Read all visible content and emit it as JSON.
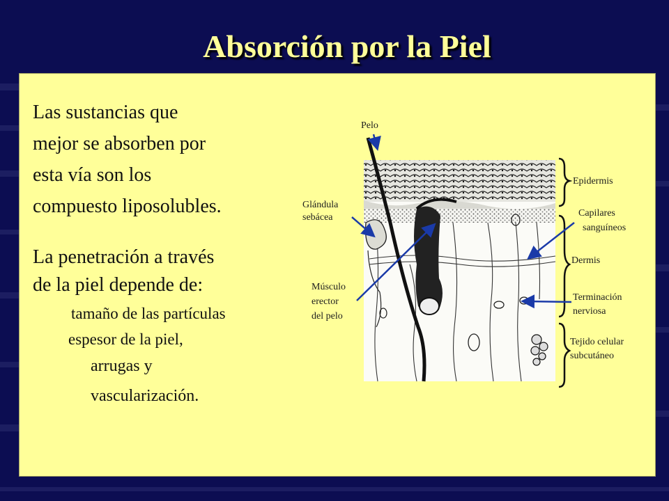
{
  "slide": {
    "title": "Absorción por la Piel",
    "paragraph_1": [
      "Las sustancias que",
      "mejor se absorben por",
      "esta vía son los",
      "compuesto liposolubles."
    ],
    "paragraph_2": [
      "La penetración a través",
      "de la piel depende de:"
    ],
    "factors": [
      "tamaño de las partículas",
      "espesor de la piel,",
      "arrugas y",
      "vascularización."
    ]
  },
  "diagram": {
    "labels": {
      "pelo": "Pelo",
      "glandula": [
        "Glándula",
        "sebácea"
      ],
      "musculo": [
        "Músculo",
        "erector",
        "del pelo"
      ],
      "epidermis": "Epidermis",
      "capilares": [
        "Capilares",
        "sanguíneos"
      ],
      "dermis": "Dermis",
      "terminacion": [
        "Terminación",
        "nerviosa"
      ],
      "tejido": [
        "Tejido celular",
        "subcutáneo"
      ]
    }
  },
  "colors": {
    "background": "#0c0d52",
    "panel": "#ffff99",
    "title": "#ffff99",
    "arrow": "#1a3aa8"
  }
}
